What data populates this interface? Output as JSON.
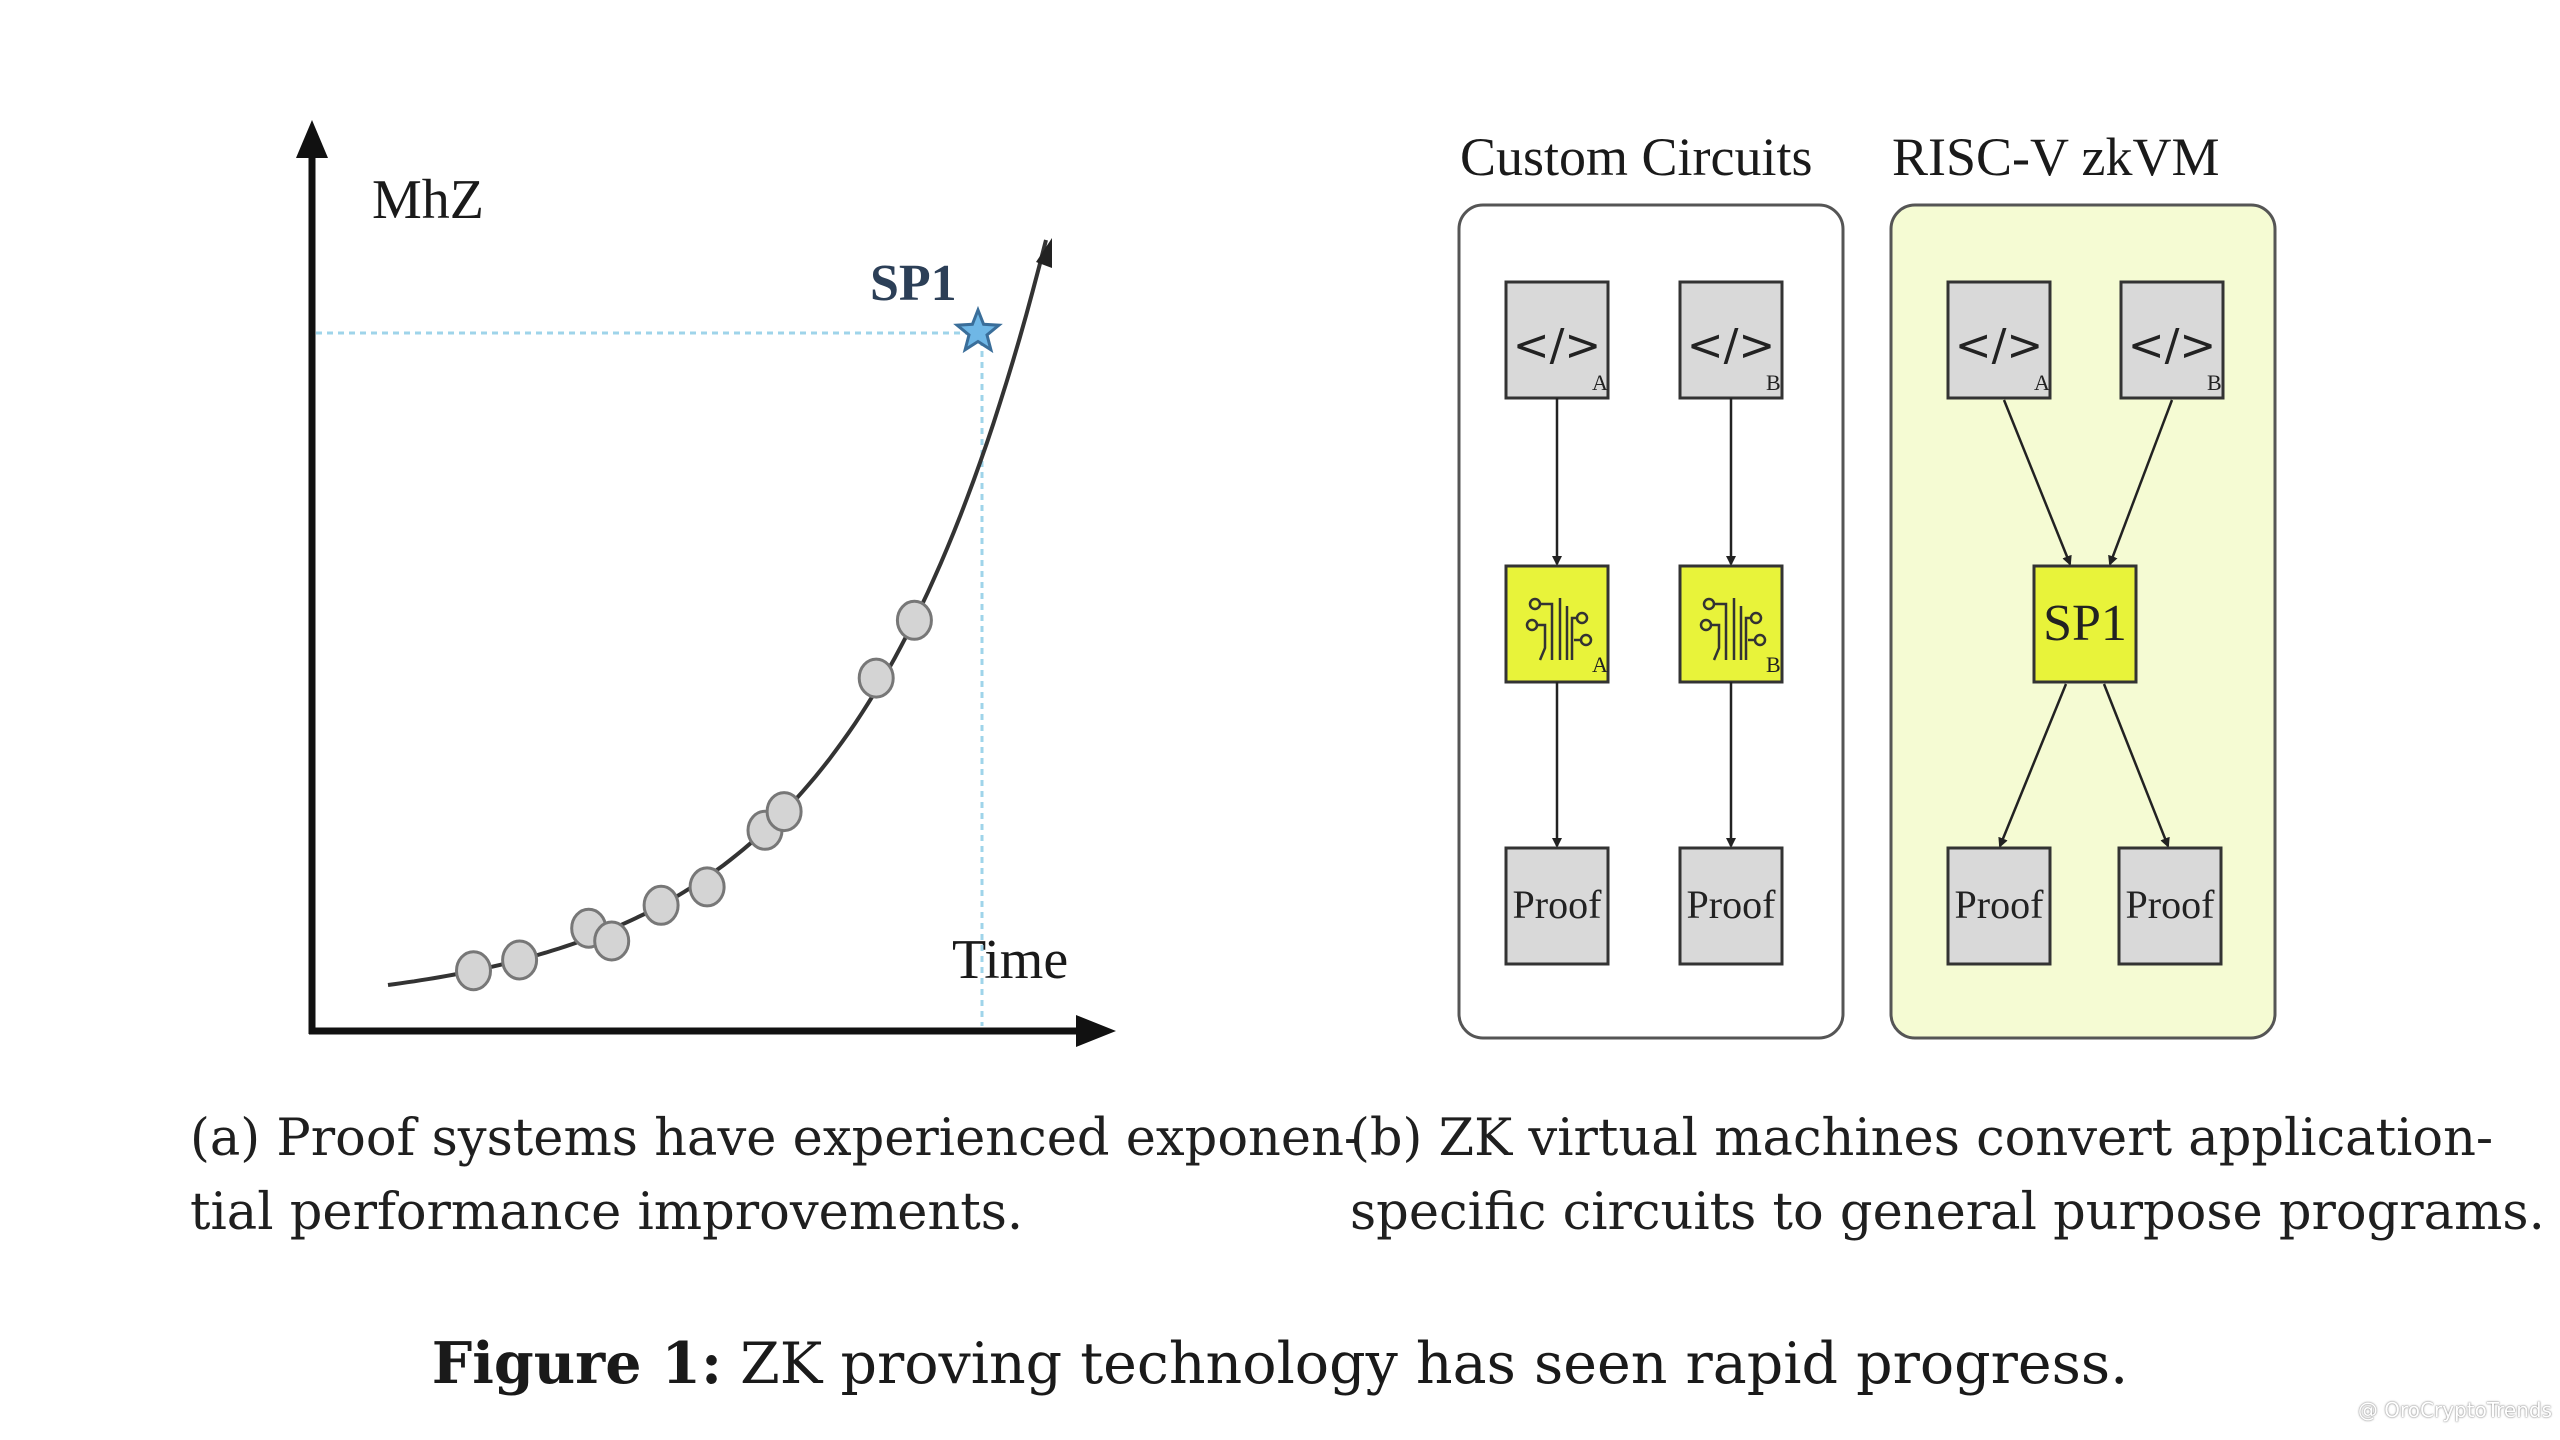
{
  "panel_a": {
    "ylabel": "MhZ",
    "xlabel": "Time",
    "highlight_label": "SP1",
    "caption_tag": "(a)",
    "caption_line1": "Proof systems have experienced exponen-",
    "caption_line2": "tial performance improvements."
  },
  "chart_data": {
    "type": "scatter",
    "title": "",
    "xlabel": "Time",
    "ylabel": "MhZ",
    "axes_numeric_ticks": false,
    "grid": false,
    "trend": "exponential curve through points",
    "points_count": 10,
    "highlight": {
      "label": "SP1",
      "marker": "star",
      "color": "#6fb7e6"
    }
  },
  "panel_b": {
    "left_group_title": "Custom Circuits",
    "right_group_title": "RISC-V zkVM",
    "code_icon_glyph": "</>",
    "sub_a": "A",
    "sub_b": "B",
    "proof_label": "Proof",
    "zkvm_label": "SP1",
    "caption_tag": "(b)",
    "caption_line1": "ZK virtual machines convert application-",
    "caption_line2": "specific circuits to general purpose programs.",
    "colors": {
      "highlight_box": "#e8f33a",
      "zkvm_panel": "#f5fbd3",
      "grey_box": "#d9d9d9"
    }
  },
  "figure": {
    "label": "Figure 1:",
    "text": "ZK proving technology has seen rapid progress."
  },
  "watermark": {
    "text": "@ OroCryptoTrends"
  }
}
